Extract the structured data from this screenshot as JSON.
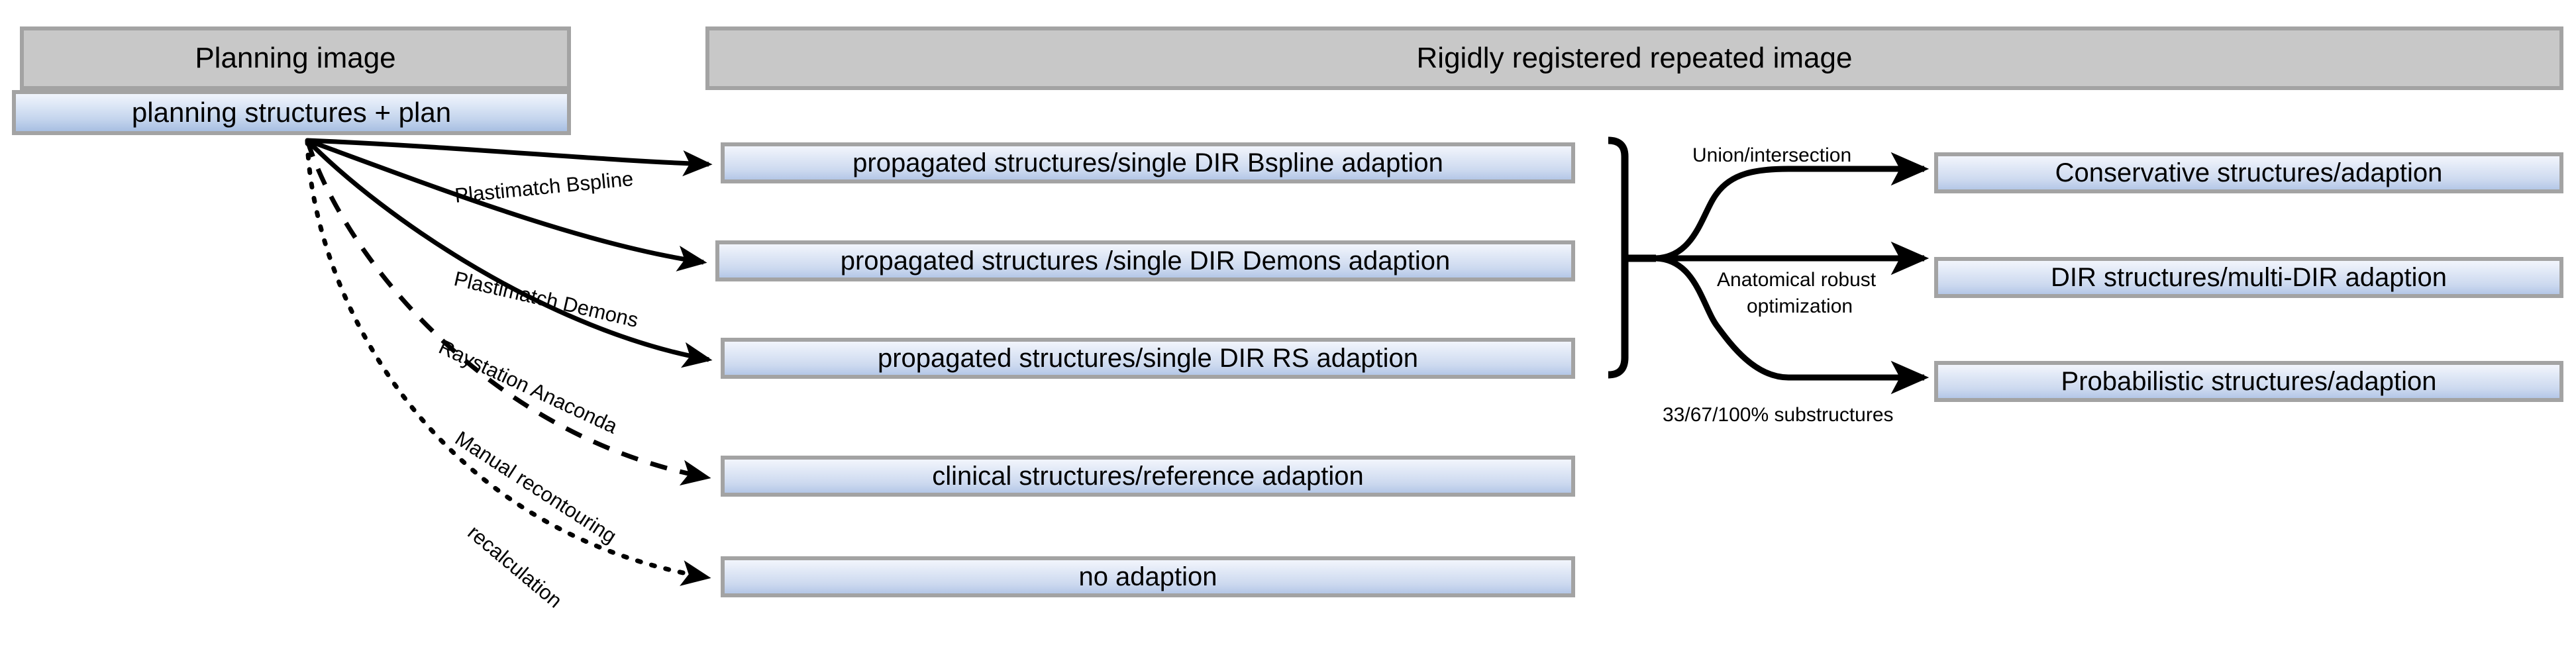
{
  "diagram": {
    "title_bars": [
      {
        "name": "planning-image",
        "label": "Planning image"
      },
      {
        "name": "rigidly-registered-repeated-image",
        "label": "Rigidly registered repeated image"
      }
    ],
    "source_box": {
      "label": "planning structures + plan"
    },
    "edges_from_source": [
      {
        "label": "Plastimatch Bspline",
        "style": "solid"
      },
      {
        "label": "Plastimatch Demons",
        "style": "solid"
      },
      {
        "label": "Raystation Anaconda",
        "style": "solid"
      },
      {
        "label": "Manual recontouring",
        "style": "dashed"
      },
      {
        "label": "recalculation",
        "style": "dotted"
      }
    ],
    "middle_boxes": [
      {
        "label": "propagated structures/single DIR Bspline adaption"
      },
      {
        "label": "propagated structures /single DIR Demons adaption"
      },
      {
        "label": "propagated structures/single DIR RS adaption"
      },
      {
        "label": "clinical structures/reference adaption"
      },
      {
        "label": "no adaption"
      }
    ],
    "fanout_labels": [
      {
        "label": "Union/intersection"
      },
      {
        "label": "Anatomical robust"
      },
      {
        "label": "optimization"
      },
      {
        "label": "33/67/100% substructures"
      }
    ],
    "right_boxes": [
      {
        "label": "Conservative structures/adaption"
      },
      {
        "label": "DIR structures/multi-DIR adaption"
      },
      {
        "label": "Probabilistic structures/adaption"
      }
    ],
    "colors": {
      "gray_fill": "#c8c8c8",
      "box_border": "#a3a3a3",
      "blue_top": "#f2f5fc",
      "blue_bottom": "#b4c7e7",
      "stroke": "#000000",
      "page_background": "#ffffff"
    }
  }
}
